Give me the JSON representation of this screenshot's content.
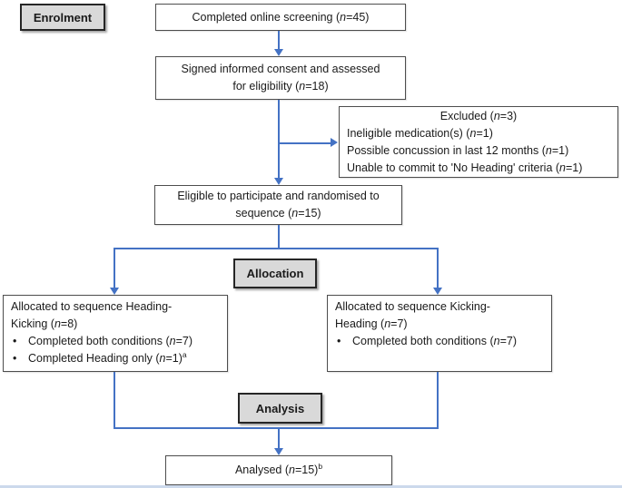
{
  "figure_type": "CONSORT participant flow diagram",
  "colors": {
    "arrow": "#4472C4",
    "stage_fill": "#D9D9D9",
    "stage_border": "#262626",
    "box_border": "#4D4D4D",
    "text": "#1A1A1A",
    "bottom_strip": "#CCD9EC"
  },
  "bullet_char": "•",
  "stage_labels": {
    "enrolment": "Enrolment",
    "allocation": "Allocation",
    "analysis": "Analysis"
  },
  "boxes": {
    "screening": {
      "lines": [
        {
          "align": "center",
          "segs": [
            {
              "t": "Completed online screening ("
            },
            {
              "t": "n",
              "s": "i"
            },
            {
              "t": "=45)"
            }
          ]
        }
      ]
    },
    "consent": {
      "lines": [
        {
          "align": "center",
          "segs": [
            {
              "t": "Signed informed consent and assessed"
            }
          ]
        },
        {
          "align": "center",
          "segs": [
            {
              "t": "for eligibility ("
            },
            {
              "t": "n",
              "s": "i"
            },
            {
              "t": "=18)"
            }
          ]
        }
      ]
    },
    "excluded": {
      "lines": [
        {
          "align": "center",
          "segs": [
            {
              "t": "Excluded ("
            },
            {
              "t": "n",
              "s": "i"
            },
            {
              "t": "=3)"
            }
          ]
        },
        {
          "align": "left",
          "segs": [
            {
              "t": "Ineligible medication(s) ("
            },
            {
              "t": "n",
              "s": "i"
            },
            {
              "t": "=1)"
            }
          ]
        },
        {
          "align": "left",
          "segs": [
            {
              "t": "Possible concussion in last 12 months ("
            },
            {
              "t": "n",
              "s": "i"
            },
            {
              "t": "=1)"
            }
          ]
        },
        {
          "align": "left",
          "segs": [
            {
              "t": "Unable to commit to 'No Heading' criteria ("
            },
            {
              "t": "n",
              "s": "i"
            },
            {
              "t": "=1)"
            }
          ]
        }
      ]
    },
    "eligible": {
      "lines": [
        {
          "align": "center",
          "segs": [
            {
              "t": "Eligible to participate and randomised to"
            }
          ]
        },
        {
          "align": "center",
          "segs": [
            {
              "t": "sequence ("
            },
            {
              "t": "n",
              "s": "i"
            },
            {
              "t": "=15)"
            }
          ]
        }
      ]
    },
    "alloc_left": {
      "lines": [
        {
          "align": "left",
          "segs": [
            {
              "t": "Allocated to sequence Heading-"
            }
          ]
        },
        {
          "align": "left",
          "segs": [
            {
              "t": "Kicking ("
            },
            {
              "t": "n",
              "s": "i"
            },
            {
              "t": "=8)"
            }
          ]
        },
        {
          "align": "left",
          "bullet": true,
          "segs": [
            {
              "t": "Completed both conditions ("
            },
            {
              "t": "n",
              "s": "i"
            },
            {
              "t": "=7)"
            }
          ]
        },
        {
          "align": "left",
          "bullet": true,
          "segs": [
            {
              "t": "Completed Heading only ("
            },
            {
              "t": "n",
              "s": "i"
            },
            {
              "t": "=1)"
            },
            {
              "t": "a",
              "s": "sup"
            }
          ]
        }
      ]
    },
    "alloc_right": {
      "lines": [
        {
          "align": "left",
          "segs": [
            {
              "t": "Allocated to sequence Kicking-"
            }
          ]
        },
        {
          "align": "left",
          "segs": [
            {
              "t": "Heading ("
            },
            {
              "t": "n",
              "s": "i"
            },
            {
              "t": "=7)"
            }
          ]
        },
        {
          "align": "left",
          "bullet": true,
          "segs": [
            {
              "t": "Completed both conditions ("
            },
            {
              "t": "n",
              "s": "i"
            },
            {
              "t": "=7)"
            }
          ]
        }
      ]
    },
    "analysed": {
      "lines": [
        {
          "align": "center",
          "segs": [
            {
              "t": "Analysed ("
            },
            {
              "t": "n",
              "s": "i"
            },
            {
              "t": "=15)"
            },
            {
              "t": "b",
              "s": "sup"
            }
          ]
        }
      ]
    }
  }
}
